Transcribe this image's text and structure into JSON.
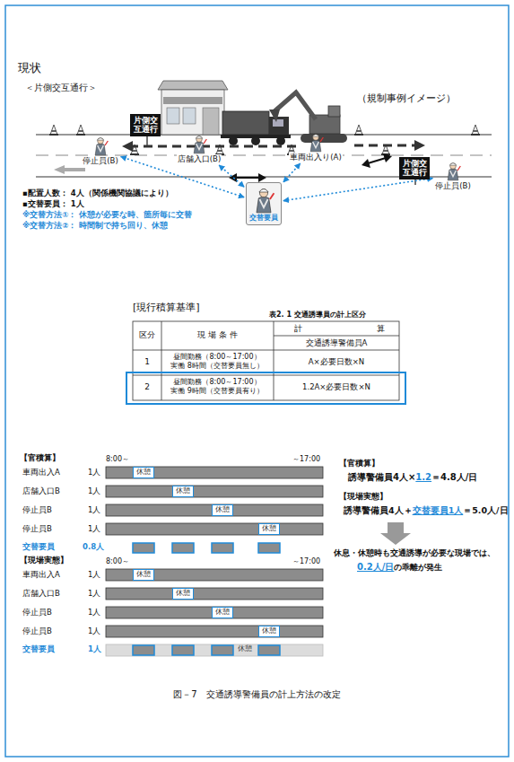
{
  "diagram": {
    "caption": "図－7　交通誘導警備員の計上方法の改定",
    "nodes": [
      {
        "text": [
          "片側交互通行"
        ]
      },
      {
        "text": [
          "片側交互通行"
        ]
      },
      {
        "text": [
          "停止員(B)"
        ]
      },
      {
        "text": [
          "店舗入口(B)"
        ]
      },
      {
        "text": [
          "車両出入り(A)"
        ]
      },
      {
        "text": [
          "停止員(B)"
        ]
      },
      {
        "text": [
          "交替要員"
        ]
      },
      {
        "text": [
          "休憩"
        ]
      },
      {
        "text": [
          "休憩"
        ]
      },
      {
        "text": [
          "休憩"
        ]
      },
      {
        "text": [
          "休憩"
        ]
      },
      {
        "text": [
          "休憩"
        ]
      },
      {
        "text": [
          "休憩"
        ]
      },
      {
        "text": [
          "休憩"
        ]
      },
      {
        "text": [
          "休憩"
        ]
      }
    ],
    "edges": [
      {
        "from": 6,
        "to": 2,
        "arrow": "both"
      },
      {
        "from": 6,
        "to": 3,
        "arrow": "both"
      },
      {
        "from": 6,
        "to": 4,
        "arrow": "both"
      },
      {
        "from": 6,
        "to": 5,
        "arrow": "both"
      }
    ],
    "labels": [
      "現状",
      "＜片側交互通行＞",
      "（規制事例イメージ）",
      "▪配置人数： 4人（関係機関協議により）",
      "▪交替要員： 1人",
      "※交替方法①： 休憩が必要な時、箇所毎に交替",
      "※交替方法②： 時間制で持ち回り、休憩",
      "[現行積算基準]",
      "表2. 1 交通誘導員の計上区分",
      "区分",
      "現 場 条 件",
      "計",
      "算",
      "交通誘導警備員A",
      "1",
      "昼間勤務（8:00～17:00） 実働 8時間（交替要員無し）",
      "A×必要日数×N",
      "2",
      "昼間勤務（8:00～17:00） 実働 9時間（交替要員有り）",
      "1.2A×必要日数×N",
      "【官積算】",
      "8:00～",
      "～17:00",
      "車両出入A",
      "1人",
      "店舗入口B",
      "1人",
      "停止員B",
      "1人",
      "停止員B",
      "1人",
      "交替要員",
      "0.8人",
      "【現場実態】",
      "8:00～",
      "～17:00",
      "車両出入A",
      "1人",
      "店舗入口B",
      "1人",
      "停止員B",
      "1人",
      "停止員B",
      "1人",
      "交替要員",
      "1人",
      "休憩",
      "【官積算】",
      "誘導警備員4人×",
      "1.2",
      "＝4.8人/日",
      "【現場実態】",
      "誘導警備員4人＋",
      "交替要員1人",
      "＝5.0人/日",
      "休息・休憩時も交通誘導が必要な現場では、",
      "0.2人/日",
      "の乖離が発生"
    ]
  }
}
